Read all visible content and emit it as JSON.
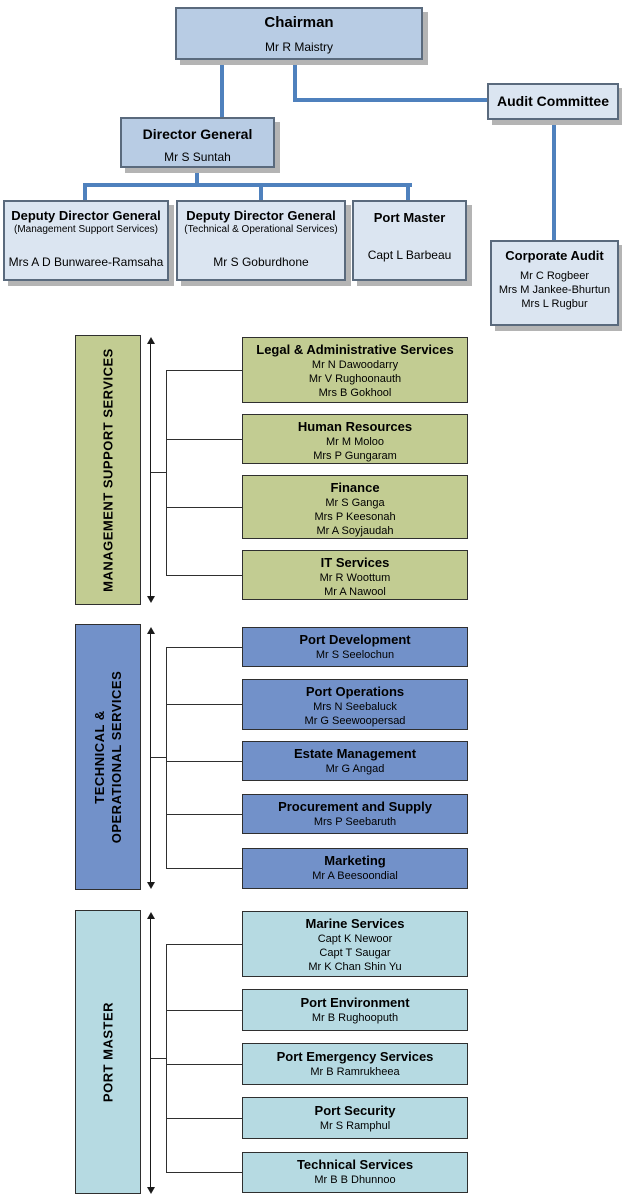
{
  "palette": {
    "connector_blue": "#4f81bd",
    "top_box_fill": "#b8cce4",
    "top_box_fill_light": "#dbe5f1",
    "management_support_fill": "#c2cc92",
    "technical_operational_fill": "#7291c9",
    "port_master_fill": "#b6dae2",
    "shadow": "#b4b4b4"
  },
  "org": {
    "chairman": {
      "title": "Chairman",
      "name": "Mr R Maistry"
    },
    "audit_committee": {
      "title": "Audit Committee"
    },
    "director_general": {
      "title": "Director General",
      "name": "Mr S Suntah"
    },
    "deputy_mss": {
      "title": "Deputy Director General",
      "subtitle": "(Management Support Services)",
      "name": "Mrs A D Bunwaree-Ramsaha"
    },
    "deputy_tos": {
      "title": "Deputy Director General",
      "subtitle": "(Technical & Operational Services)",
      "name": "Mr S Goburdhone"
    },
    "port_master": {
      "title": "Port Master",
      "name": "Capt L Barbeau"
    },
    "corporate_audit": {
      "title": "Corporate Audit",
      "names": [
        "Mr C Rogbeer",
        "Mrs M Jankee-Bhurtun",
        "Mrs L Rugbur"
      ]
    }
  },
  "sections": [
    {
      "label": "MANAGEMENT SUPPORT SERVICES",
      "color": "#c2cc92",
      "boxes": [
        {
          "title": "Legal & Administrative Services",
          "names": [
            "Mr N Dawoodarry",
            "Mr V Rughoonauth",
            "Mrs B Gokhool"
          ]
        },
        {
          "title": "Human Resources",
          "names": [
            "Mr M Moloo",
            "Mrs P Gungaram"
          ]
        },
        {
          "title": "Finance",
          "names": [
            "Mr S Ganga",
            "Mrs P Keesonah",
            "Mr A Soyjaudah"
          ]
        },
        {
          "title": "IT Services",
          "names": [
            "Mr R Woottum",
            "Mr A Nawool"
          ]
        }
      ]
    },
    {
      "label": "TECHNICAL &\nOPERATIONAL SERVICES",
      "color": "#7291c9",
      "boxes": [
        {
          "title": "Port Development",
          "names": [
            "Mr S Seelochun"
          ]
        },
        {
          "title": "Port Operations",
          "names": [
            "Mrs N Seebaluck",
            "Mr G Seewoopersad"
          ]
        },
        {
          "title": "Estate Management",
          "names": [
            "Mr G Angad"
          ]
        },
        {
          "title": "Procurement and Supply",
          "names": [
            "Mrs P Seebaruth"
          ]
        },
        {
          "title": "Marketing",
          "names": [
            "Mr A Beesoondial"
          ]
        }
      ]
    },
    {
      "label": "PORT MASTER",
      "color": "#b6dae2",
      "boxes": [
        {
          "title": "Marine Services",
          "names": [
            "Capt K Newoor",
            "Capt T Saugar",
            "Mr K Chan Shin Yu"
          ]
        },
        {
          "title": "Port Environment",
          "names": [
            "Mr B Rughooputh"
          ]
        },
        {
          "title": "Port Emergency Services",
          "names": [
            "Mr B Ramrukheea"
          ]
        },
        {
          "title": "Port Security",
          "names": [
            "Mr S Ramphul"
          ]
        },
        {
          "title": "Technical Services",
          "names": [
            "Mr B B Dhunnoo"
          ]
        }
      ]
    }
  ]
}
